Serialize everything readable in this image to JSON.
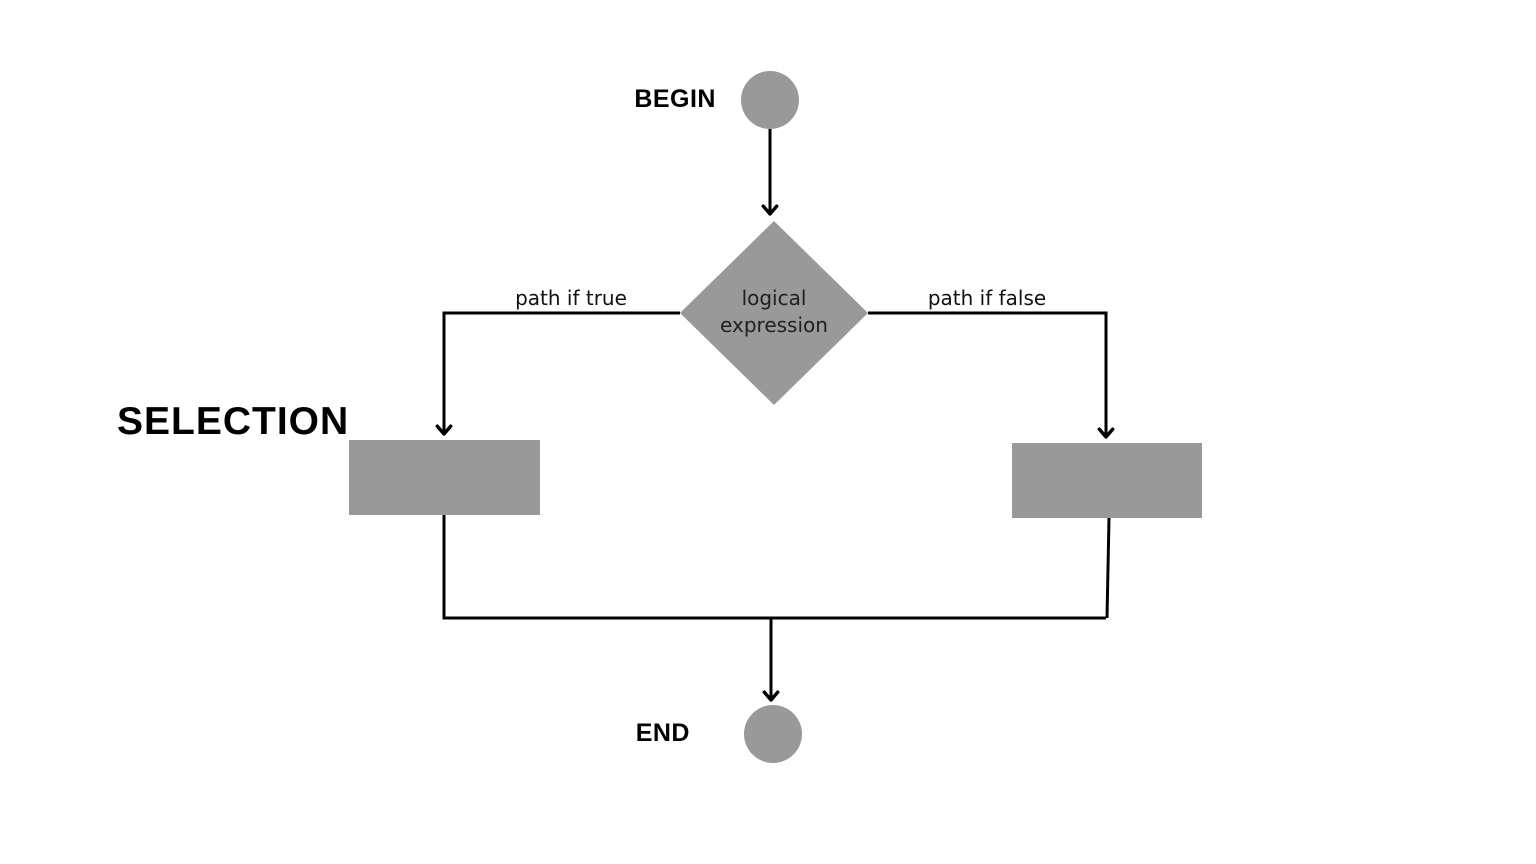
{
  "diagram": {
    "title": "SELECTION",
    "nodes": {
      "begin": {
        "label": "BEGIN"
      },
      "decision": {
        "label": "logical expression"
      },
      "end": {
        "label": "END"
      }
    },
    "edges": {
      "true_label": "path if true",
      "false_label": "path if false"
    },
    "colors": {
      "shape_fill": "#999999",
      "line": "#000000",
      "label_text": "#000000",
      "decision_text": "#1f1f1f",
      "background": "#ffffff"
    }
  }
}
